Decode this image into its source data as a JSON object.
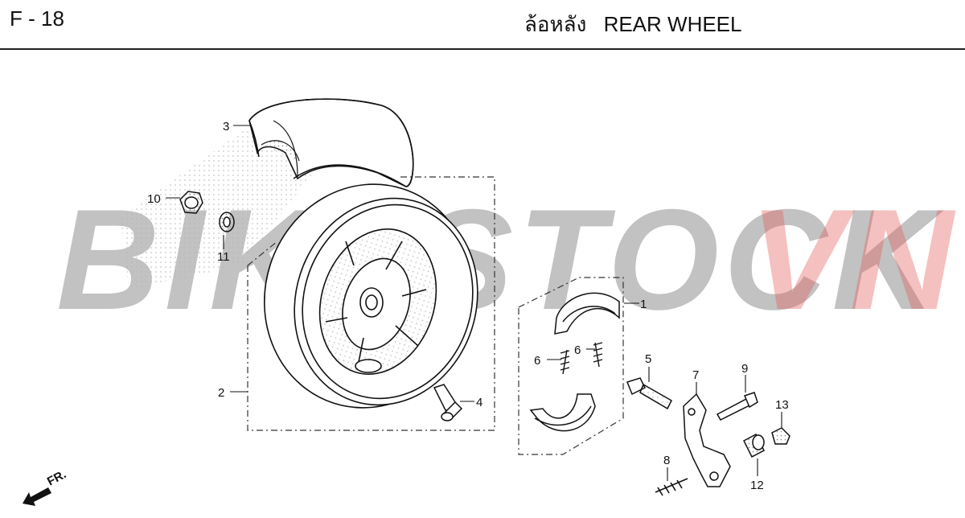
{
  "header": {
    "page_code": "F - 18",
    "title_th": "ล้อหลัง",
    "title_en": "REAR WHEEL"
  },
  "watermark": {
    "part_a": "BIKESTOCK",
    "part_b": "VN"
  },
  "parts": [
    {
      "id": "1",
      "label": "1"
    },
    {
      "id": "2",
      "label": "2"
    },
    {
      "id": "3",
      "label": "3"
    },
    {
      "id": "4",
      "label": "4"
    },
    {
      "id": "5",
      "label": "5"
    },
    {
      "id": "6a",
      "label": "6"
    },
    {
      "id": "6b",
      "label": "6"
    },
    {
      "id": "7",
      "label": "7"
    },
    {
      "id": "8",
      "label": "8"
    },
    {
      "id": "9",
      "label": "9"
    },
    {
      "id": "10",
      "label": "10"
    },
    {
      "id": "11",
      "label": "11"
    },
    {
      "id": "12",
      "label": "12"
    },
    {
      "id": "13",
      "label": "13"
    }
  ],
  "direction_marker": {
    "label": "FR."
  }
}
